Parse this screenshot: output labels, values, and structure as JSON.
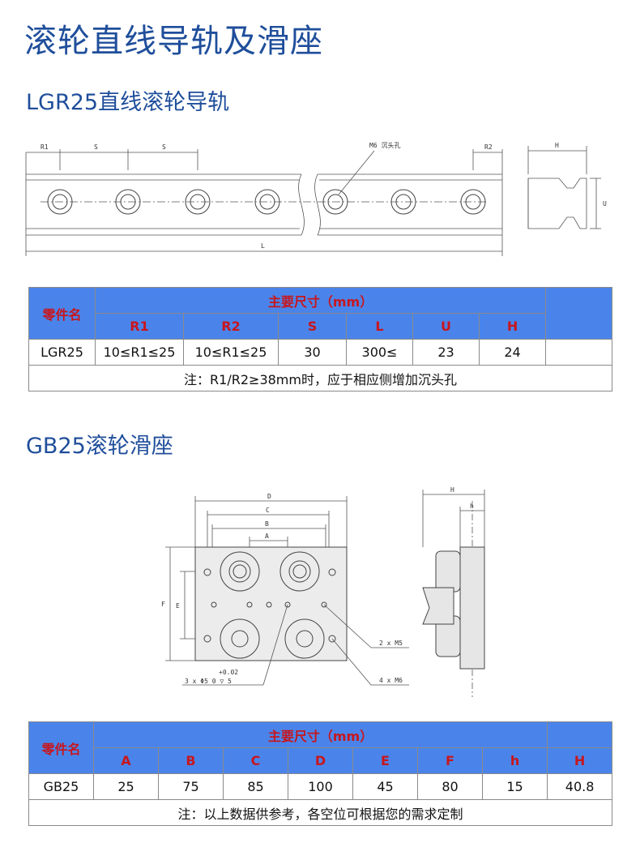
{
  "page_title": "滚轮直线导轨及滑座",
  "rail": {
    "title": "LGR25直线滚轮导轨",
    "drawing": {
      "labels": {
        "r1": "R1",
        "s1": "S",
        "s2": "S",
        "hole": "M6 沉头孔",
        "r2": "R2",
        "l": "L",
        "h": "H",
        "u": "U"
      }
    },
    "table": {
      "part_header": "零件名",
      "group_header": "主要尺寸（mm）",
      "columns": [
        "R1",
        "R2",
        "S",
        "L",
        "U",
        "H"
      ],
      "row": [
        "LGR25",
        "10≤R1≤25",
        "10≤R1≤25",
        "30",
        "300≤",
        "23",
        "24"
      ],
      "note": "注：R1/R2≥38mm时，应于相应侧增加沉头孔"
    }
  },
  "slider": {
    "title": "GB25滚轮滑座",
    "drawing": {
      "labels": {
        "d": "D",
        "c": "C",
        "b": "B",
        "a": "A",
        "f": "F",
        "e": "E",
        "h": "H",
        "hh": "h",
        "m5": "2 x M5",
        "m6": "4 x M6",
        "tol": "+0.02",
        "pin": "3 x Φ5  0  ▽ 5"
      }
    },
    "table": {
      "part_header": "零件名",
      "group_header": "主要尺寸（mm）",
      "columns": [
        "A",
        "B",
        "C",
        "D",
        "E",
        "F",
        "h",
        "H"
      ],
      "row": [
        "GB25",
        "25",
        "75",
        "85",
        "100",
        "45",
        "80",
        "15",
        "40.8"
      ],
      "note": "注：以上数据供参考，各空位可根据您的需求定制"
    }
  },
  "colors": {
    "title_blue": "#1f4e9b",
    "header_blue": "#4a84ea",
    "header_red": "#c8161d"
  }
}
